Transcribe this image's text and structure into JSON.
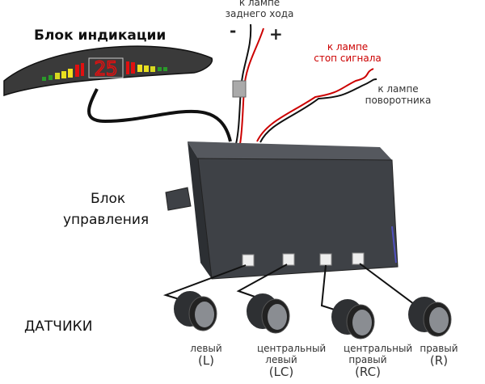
{
  "display_block": {
    "title": "Блок индикации",
    "digits": "25"
  },
  "control_block": {
    "line1": "Блок",
    "line2": "управления"
  },
  "sensors_title": "ДАТЧИКИ",
  "reverse_lamp": {
    "line1": "к лампе",
    "line2": "заднего хода",
    "minus": "-",
    "plus": "+"
  },
  "brake_lamp": {
    "line1": "к лампе",
    "line2": "стоп сигнала"
  },
  "turn_lamp": {
    "line1": "к лампе",
    "line2": "поворотника"
  },
  "sensors": [
    {
      "name": "левый",
      "code": "(L)"
    },
    {
      "name": "центральный левый",
      "code": "(LC)"
    },
    {
      "name": "центральный правый",
      "code": "(RC)"
    },
    {
      "name": "правый",
      "code": "(R)"
    }
  ],
  "colors": {
    "wire_red": "#cc0000",
    "body": "#3a3d42",
    "digit": "#e01010"
  }
}
